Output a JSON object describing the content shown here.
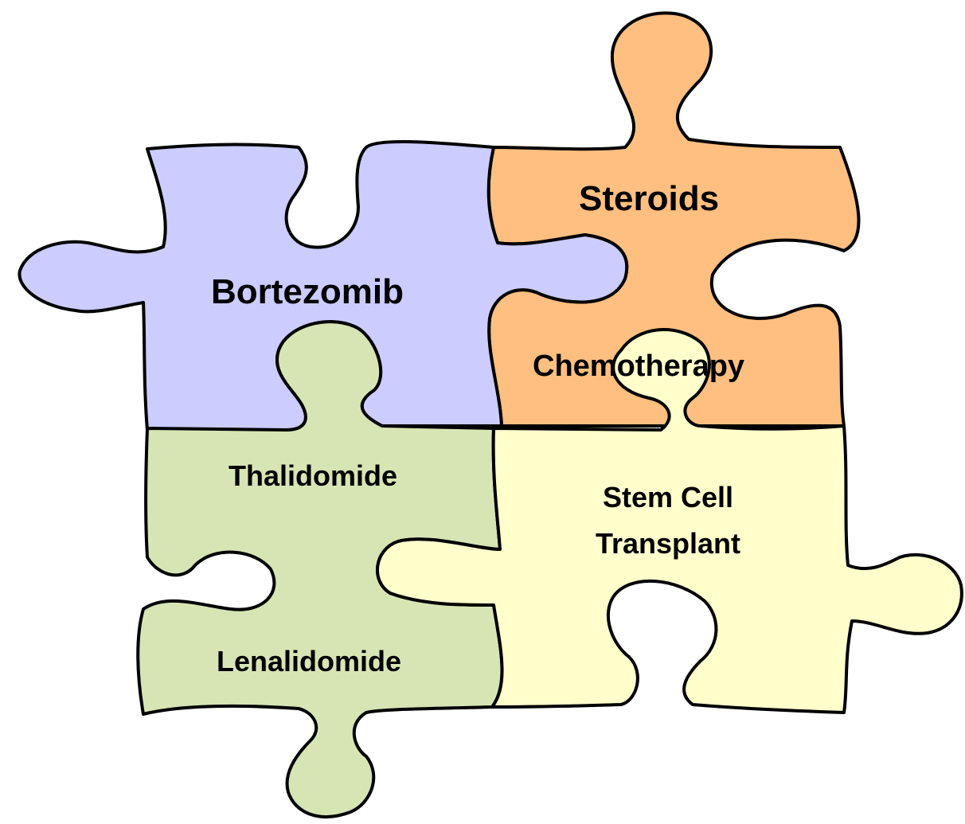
{
  "colors": {
    "lavender": "#ccccff",
    "orange": "#ffbf80",
    "green": "#d7e5b5",
    "yellow": "#ffffcc",
    "outline": "#000000"
  },
  "pieces": {
    "bortezomib": {
      "label": "Bortezomib",
      "color": "lavender"
    },
    "steroids": {
      "label": "Steroids",
      "color": "orange"
    },
    "chemotherapy": {
      "label": "Chemotherapy",
      "color": "orange"
    },
    "thalidomide": {
      "label": "Thalidomide",
      "color": "green"
    },
    "lenalidomide": {
      "label": "Lenalidomide",
      "color": "green"
    },
    "stem_cell": {
      "line1": "Stem Cell",
      "line2": "Transplant",
      "color": "yellow"
    }
  }
}
